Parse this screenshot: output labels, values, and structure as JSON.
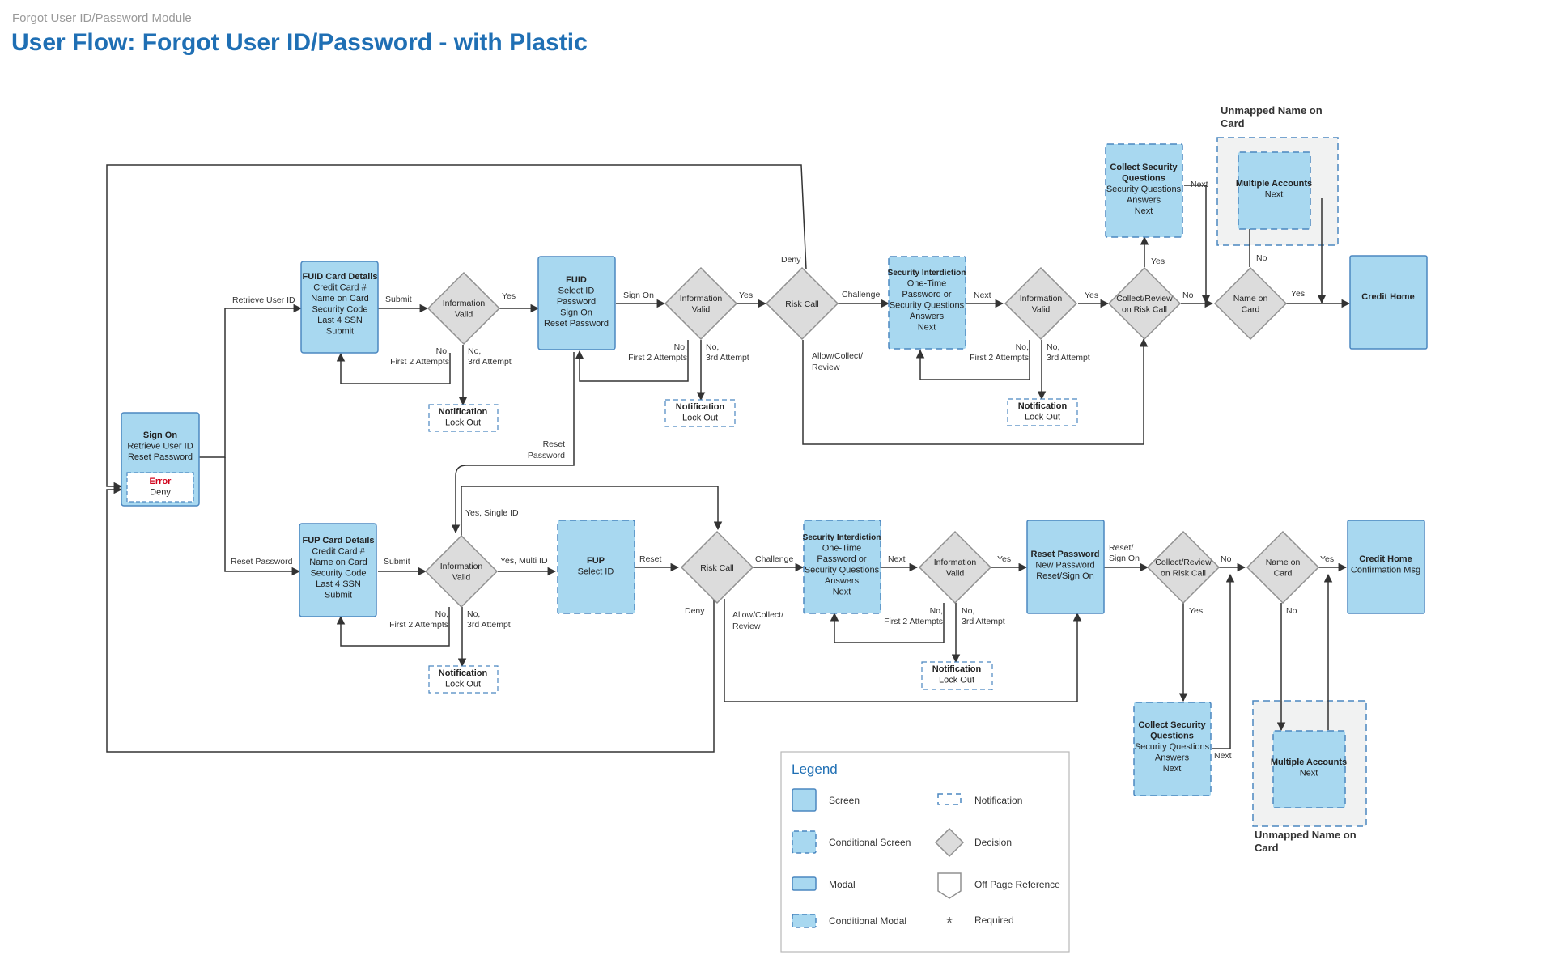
{
  "header": {
    "module": "Forgot User ID/Password Module",
    "title": "User Flow: Forgot User ID/Password - with Plastic"
  },
  "colors": {
    "box_fill": "#a8d8f0",
    "box_stroke": "#4b87c0",
    "decision_fill": "#dcdcdc",
    "decision_stroke": "#909090",
    "line": "#333333",
    "error": "#d0021b",
    "title": "#1f6fb4",
    "group_fill": "#f1f2f2"
  },
  "nodes": {
    "signon": {
      "title": "Sign On",
      "lines": [
        "Retrieve User ID",
        "Reset Password"
      ]
    },
    "error": {
      "title": "Error",
      "lines": [
        "Deny"
      ]
    },
    "fuid_card": {
      "title": "FUID Card Details",
      "lines": [
        "Credit Card #",
        "Name on Card",
        "Security Code",
        "Last 4 SSN",
        "Submit"
      ]
    },
    "info_valid_1": {
      "lines": [
        "Information",
        "Valid"
      ]
    },
    "notif_1": {
      "title": "Notification",
      "lines": [
        "Lock Out"
      ]
    },
    "fuid": {
      "title": "FUID",
      "lines": [
        "Select ID",
        "Password",
        "Sign On",
        "Reset Password"
      ]
    },
    "info_valid_2": {
      "lines": [
        "Information",
        "Valid"
      ]
    },
    "notif_2": {
      "title": "Notification",
      "lines": [
        "Lock Out"
      ]
    },
    "risk_1": {
      "lines": [
        "Risk Call"
      ]
    },
    "sec_int_1": {
      "title": "Security Interdiction",
      "lines": [
        "One-Time",
        "Password or",
        "Security Questions",
        "Answers",
        "Next"
      ]
    },
    "info_valid_3": {
      "lines": [
        "Information",
        "Valid"
      ]
    },
    "notif_3": {
      "title": "Notification",
      "lines": [
        "Lock Out"
      ]
    },
    "collect_1": {
      "lines": [
        "Collect/Review",
        "on Risk Call"
      ]
    },
    "csq_1": {
      "title": "Collect Security Questions",
      "lines": [
        "Security Questions",
        "Answers",
        "Next"
      ]
    },
    "name_card_1": {
      "lines": [
        "Name on",
        "Card"
      ]
    },
    "multi_1": {
      "title": "Multiple Accounts",
      "lines": [
        "Next"
      ]
    },
    "credit_home_1": {
      "title": "Credit Home",
      "lines": []
    },
    "fup_card": {
      "title": "FUP Card Details",
      "lines": [
        "Credit Card #",
        "Name on Card",
        "Security Code",
        "Last 4 SSN",
        "Submit"
      ]
    },
    "info_valid_4": {
      "lines": [
        "Information",
        "Valid"
      ]
    },
    "notif_4": {
      "title": "Notification",
      "lines": [
        "Lock Out"
      ]
    },
    "fup": {
      "title": "FUP",
      "lines": [
        "Select ID"
      ]
    },
    "risk_2": {
      "lines": [
        "Risk Call"
      ]
    },
    "sec_int_2": {
      "title": "Security Interdiction",
      "lines": [
        "One-Time",
        "Password or",
        "Security Questions",
        "Answers",
        "Next"
      ]
    },
    "info_valid_5": {
      "lines": [
        "Information",
        "Valid"
      ]
    },
    "notif_5": {
      "title": "Notification",
      "lines": [
        "Lock Out"
      ]
    },
    "reset_pw": {
      "title": "Reset Password",
      "lines": [
        "New Password",
        "Reset/Sign On"
      ]
    },
    "collect_2": {
      "lines": [
        "Collect/Review",
        "on Risk Call"
      ]
    },
    "csq_2": {
      "title": "Collect Security Questions",
      "lines": [
        "Security Questions",
        "Answers",
        "Next"
      ]
    },
    "name_card_2": {
      "lines": [
        "Name on",
        "Card"
      ]
    },
    "multi_2": {
      "title": "Multiple Accounts",
      "lines": [
        "Next"
      ]
    },
    "credit_home_2": {
      "title": "Credit Home",
      "lines": [
        "Confirmation Msg"
      ]
    }
  },
  "groups": {
    "unmapped_1": {
      "label": "Unmapped Name on Card"
    },
    "unmapped_2": {
      "label": "Unmapped Name on Card"
    }
  },
  "edge_labels": {
    "retrieve_user_id": "Retrieve User ID",
    "reset_password": "Reset Password",
    "submit_1": "Submit",
    "yes_1": "Yes",
    "no_first2_1": "No,\nFirst 2 Attempts",
    "no_3rd_1": "No,\n3rd Attempt",
    "sign_on": "Sign On",
    "yes_2": "Yes",
    "no_first2_2": "No,\nFirst 2 Attempts",
    "no_3rd_2": "No,\n3rd Attempt",
    "deny_1": "Deny",
    "challenge_1": "Challenge",
    "allow_1": "Allow/Collect/\nReview",
    "next_1": "Next",
    "yes_3": "Yes",
    "no_first2_3": "No,\nFirst 2 Attempts",
    "no_3rd_3": "No,\n3rd Attempt",
    "yes_4": "Yes",
    "no_4": "No",
    "next_csq_1": "Next",
    "no_5": "No",
    "yes_5": "Yes",
    "reset_password_link": "Reset\nPassword",
    "submit_2": "Submit",
    "yes_single": "Yes, Single ID",
    "yes_multi": "Yes, Multi ID",
    "no_first2_4": "No,\nFirst 2 Attempts",
    "no_3rd_4": "No,\n3rd Attempt",
    "reset": "Reset",
    "deny_2": "Deny",
    "challenge_2": "Challenge",
    "allow_2": "Allow/Collect/\nReview",
    "next_2": "Next",
    "yes_6": "Yes",
    "no_first2_5": "No,\nFirst 2 Attempts",
    "no_3rd_5": "No,\n3rd Attempt",
    "reset_sign_on": "Reset/\nSign On",
    "no_6": "No",
    "yes_7": "Yes",
    "next_csq_2": "Next",
    "yes_8": "Yes",
    "no_7": "No"
  },
  "legend": {
    "title": "Legend",
    "items": {
      "screen": "Screen",
      "conditional_screen": "Conditional Screen",
      "modal": "Modal",
      "conditional_modal": "Conditional Modal",
      "notification": "Notification",
      "decision": "Decision",
      "off_page": "Off Page Reference",
      "required": "Required"
    }
  }
}
